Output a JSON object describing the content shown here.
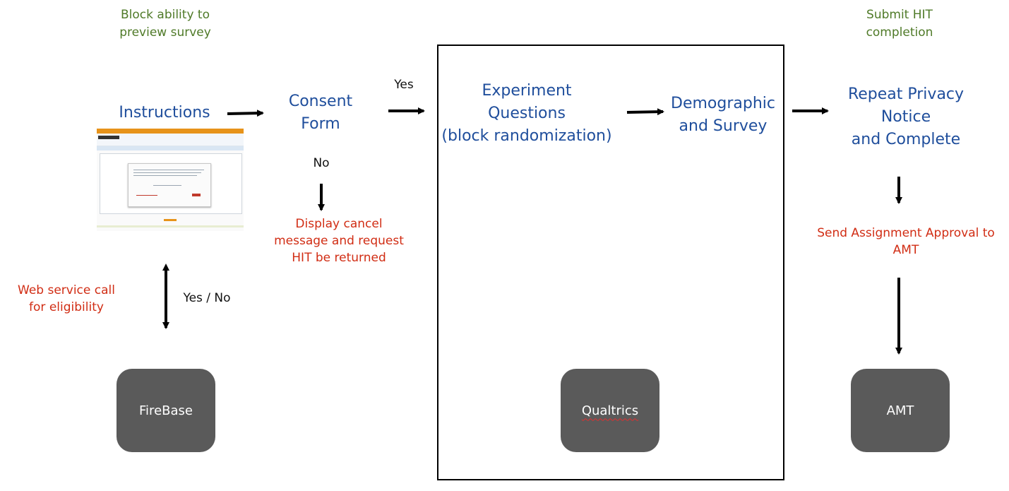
{
  "notes": {
    "block_preview": "Block ability to\npreview survey",
    "submit_hit": "Submit HIT\ncompletion",
    "web_service": "Web service call\nfor eligibility",
    "cancel_message": "Display cancel\nmessage and request\nHIT be returned",
    "send_approval": "Send Assignment Approval to\nAMT"
  },
  "steps": {
    "instructions": "Instructions",
    "consent": "Consent\nForm",
    "experiment": "Experiment\nQuestions\n(block randomization)",
    "demographic": "Demographic\nand Survey",
    "repeat_privacy": "Repeat Privacy\nNotice\nand Complete"
  },
  "edge_labels": {
    "yes": "Yes",
    "no": "No",
    "yes_no": "Yes / No"
  },
  "systems": {
    "firebase": "FireBase",
    "qualtrics": "Qualtrics",
    "amt": "AMT"
  },
  "colors": {
    "step_text": "#1f4e9c",
    "note_green": "#4f7a28",
    "note_red": "#d12d14",
    "system_box": "#5a5a5a"
  }
}
